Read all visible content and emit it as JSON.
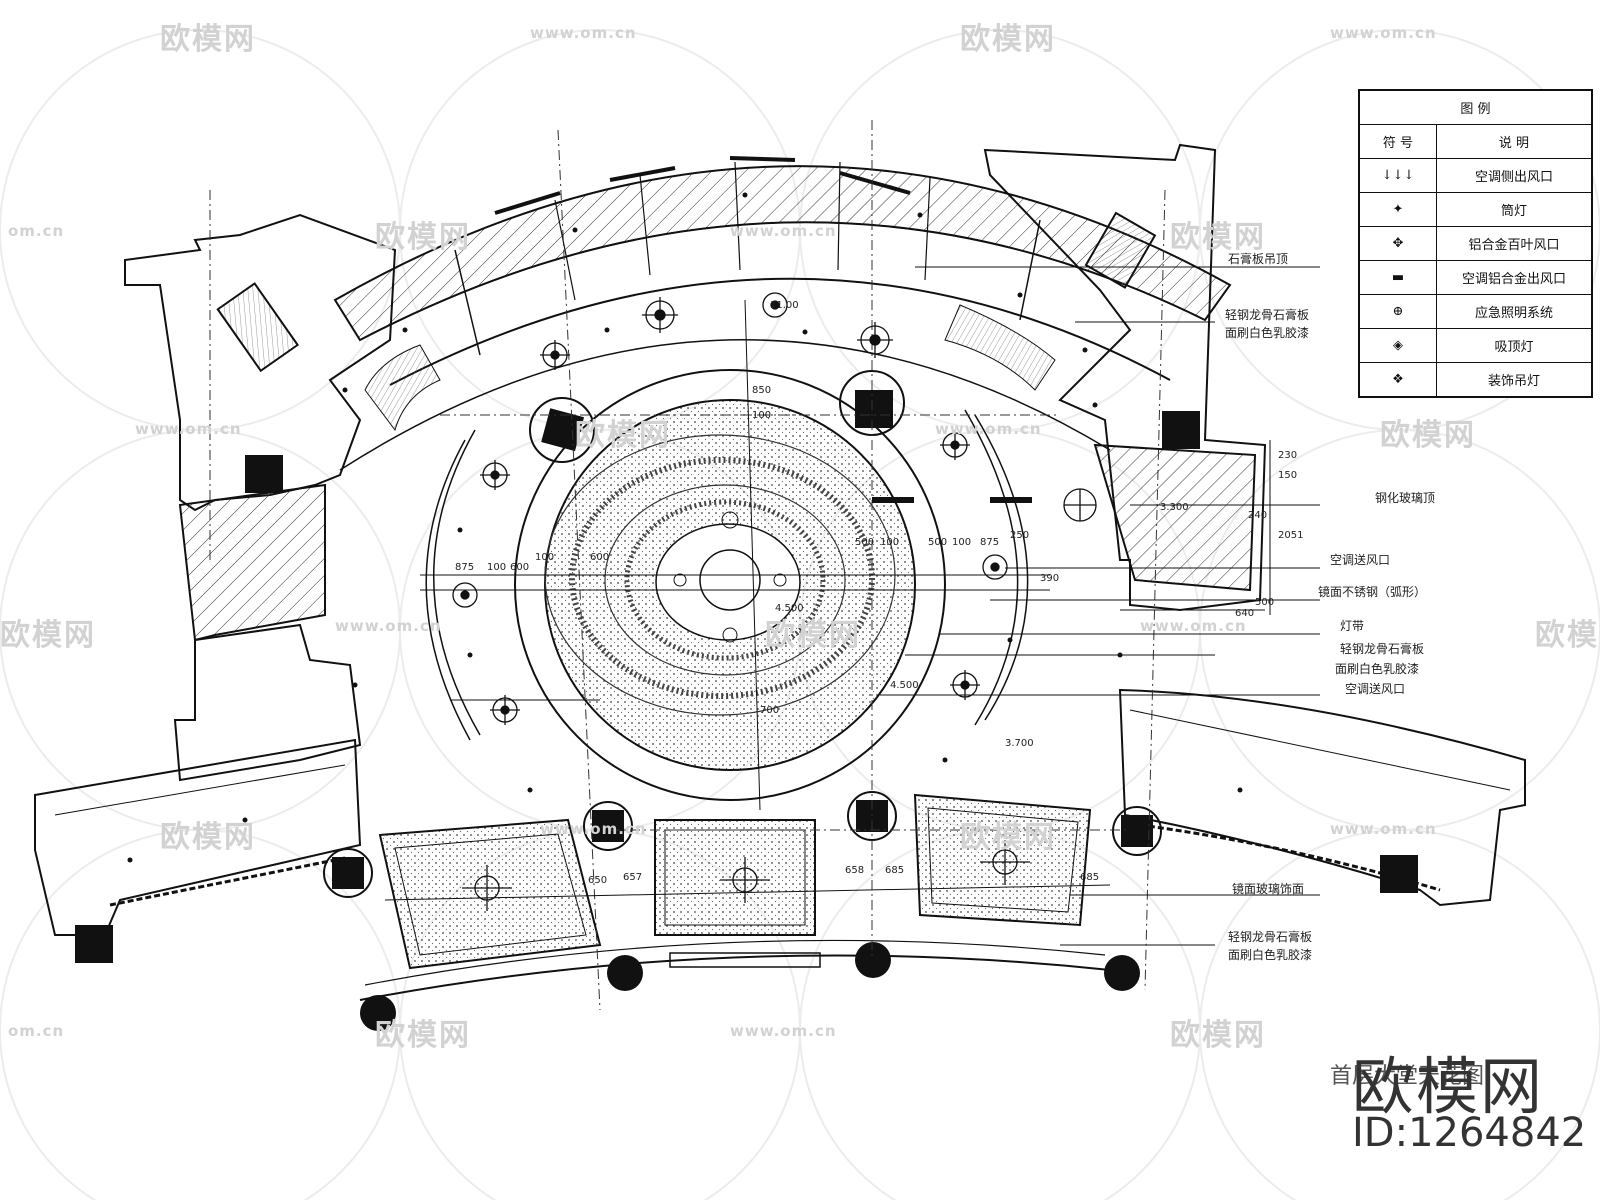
{
  "watermark": {
    "logo_text": "欧模网",
    "url_text": "www.om.cn",
    "url_short": "om.cn"
  },
  "legend": {
    "title": "图 例",
    "col_symbol": "符 号",
    "col_desc": "说 明",
    "rows": [
      {
        "icon": "air-return-vent-icon",
        "glyph": "↓↓↓",
        "desc": "空调侧出风口"
      },
      {
        "icon": "spotlight-icon",
        "glyph": "✦",
        "desc": "筒灯"
      },
      {
        "icon": "aluminum-grille-icon",
        "glyph": "✥",
        "desc": "铝合金百叶风口"
      },
      {
        "icon": "supply-grille-icon",
        "glyph": "▬",
        "desc": "空调铝合金出风口"
      },
      {
        "icon": "emergency-light-icon",
        "glyph": "⊕",
        "desc": "应急照明系统"
      },
      {
        "icon": "downlight-icon",
        "glyph": "◈",
        "desc": "吸顶灯"
      },
      {
        "icon": "decorative-pendant-icon",
        "glyph": "❖",
        "desc": "装饰吊灯"
      }
    ]
  },
  "callouts": [
    {
      "id": "c1",
      "text": "石膏板吊顶"
    },
    {
      "id": "c2",
      "text": "轻钢龙骨石膏板"
    },
    {
      "id": "c3",
      "text": "面刷白色乳胶漆"
    },
    {
      "id": "c4",
      "text": "钢化玻璃顶"
    },
    {
      "id": "c5",
      "text": "空调送风口"
    },
    {
      "id": "c6",
      "text": "镜面不锈钢（弧形）"
    },
    {
      "id": "c7",
      "text": "灯带"
    },
    {
      "id": "c8",
      "text": "轻钢龙骨石膏板"
    },
    {
      "id": "c9",
      "text": "面刷白色乳胶漆"
    },
    {
      "id": "c10",
      "text": "空调送风口"
    },
    {
      "id": "c11",
      "text": "镜面玻璃饰面"
    },
    {
      "id": "c12",
      "text": "轻钢龙骨石膏板"
    },
    {
      "id": "c13",
      "text": "面刷白色乳胶漆"
    }
  ],
  "dimensions": [
    "875",
    "100",
    "600",
    "100",
    "600",
    "500",
    "100",
    "500",
    "100",
    "875",
    "250",
    "4.500",
    "4.500",
    "3.700",
    "3.300",
    "650",
    "657",
    "658",
    "685",
    "685",
    "240",
    "230",
    "150",
    "2051",
    "850",
    "100",
    "11.00",
    "700",
    "390",
    "640",
    "500"
  ],
  "stamp": {
    "brand": "欧模网",
    "id_text": "ID:1264842",
    "caption": "首层大堂天花图"
  }
}
